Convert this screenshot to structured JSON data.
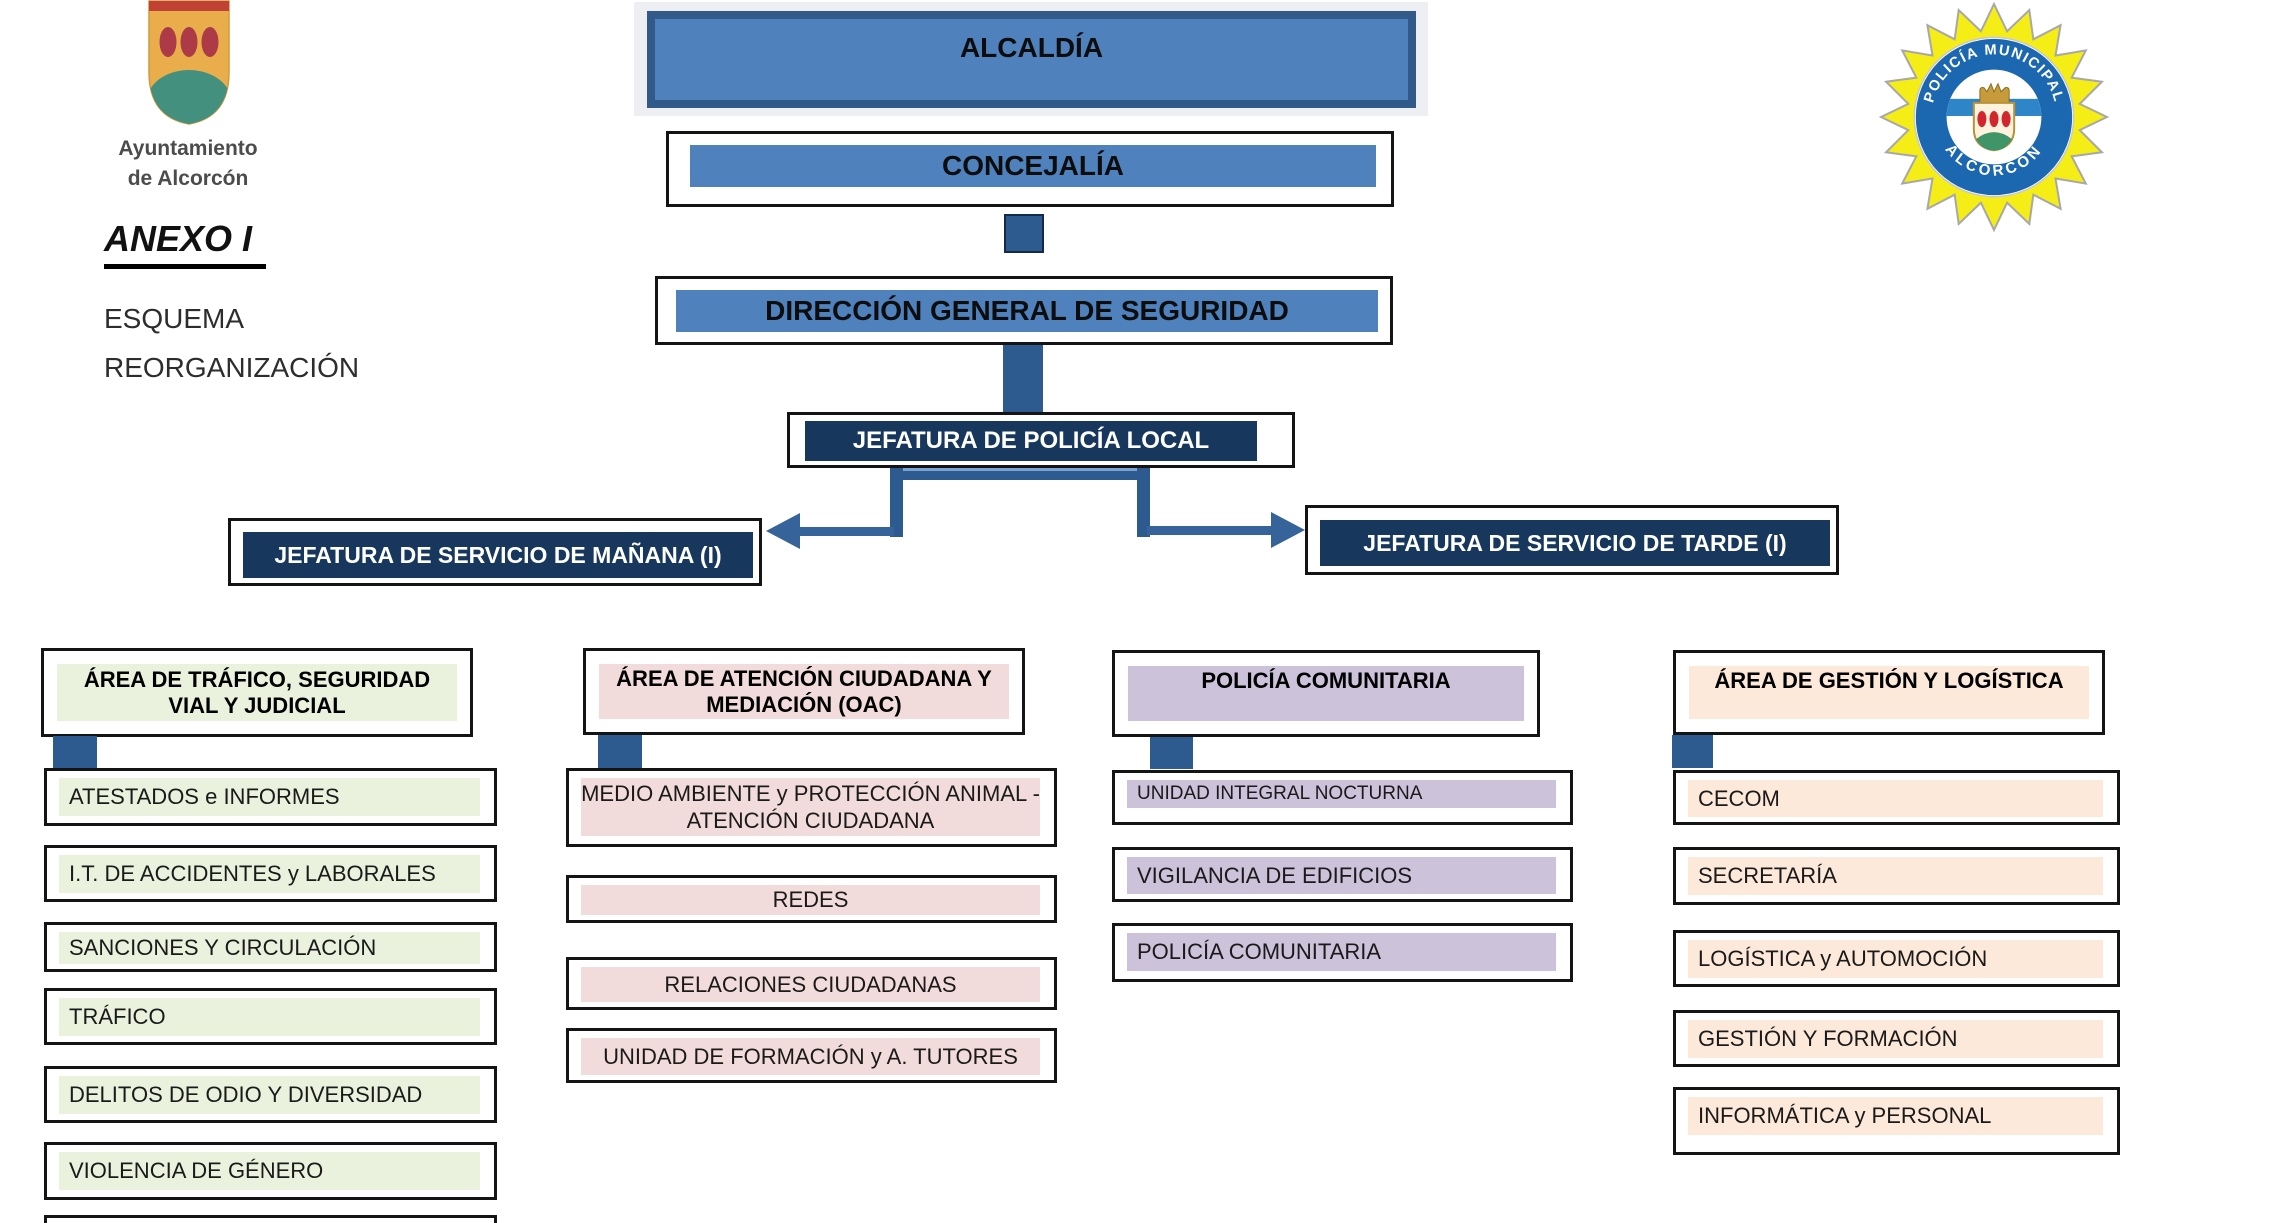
{
  "branding": {
    "logo_caption_line1": "Ayuntamiento",
    "logo_caption_line2": "de Alcorcón",
    "annex_title": "ANEXO I",
    "subtitle_line1": "ESQUEMA",
    "subtitle_line2": "REORGANIZACIÓN"
  },
  "badge": {
    "top_text": "POLICÍA MUNICIPAL",
    "bottom_text": "ALCORCÓN"
  },
  "hierarchy": {
    "level1": "ALCALDÍA",
    "level2": "CONCEJALÍA",
    "level3": "DIRECCIÓN GENERAL DE SEGURIDAD",
    "level4": "JEFATURA DE POLICÍA LOCAL",
    "branch_left": "JEFATURA DE SERVICIO DE MAÑANA (I)",
    "branch_right": "JEFATURA DE SERVICIO DE TARDE (I)"
  },
  "columns": [
    {
      "title": "ÁREA DE TRÁFICO, SEGURIDAD VIAL Y JUDICIAL",
      "color": "#eaf1dd",
      "items": [
        "ATESTADOS e INFORMES",
        "I.T. DE ACCIDENTES y LABORALES",
        "SANCIONES Y CIRCULACIÓN",
        "TRÁFICO",
        "DELITOS DE ODIO Y DIVERSIDAD",
        "VIOLENCIA DE GÉNERO"
      ]
    },
    {
      "title": "ÁREA DE ATENCIÓN CIUDADANA Y MEDIACIÓN (OAC)",
      "color": "#f2dcdb",
      "items": [
        "MEDIO AMBIENTE y PROTECCIÓN ANIMAL - ATENCIÓN CIUDADANA",
        "REDES",
        "RELACIONES CIUDADANAS",
        "UNIDAD DE FORMACIÓN y A. TUTORES"
      ]
    },
    {
      "title": "POLICÍA COMUNITARIA",
      "color": "#ccc2da",
      "items": [
        "UNIDAD INTEGRAL NOCTURNA",
        "VIGILANCIA DE EDIFICIOS",
        "POLICÍA COMUNITARIA"
      ]
    },
    {
      "title": "ÁREA DE GESTIÓN Y LOGÍSTICA",
      "color": "#fde9d9",
      "items": [
        "CECOM",
        "SECRETARÍA",
        "LOGÍSTICA y AUTOMOCIÓN",
        "GESTIÓN Y FORMACIÓN",
        "INFORMÁTICA y PERSONAL"
      ]
    }
  ],
  "colors": {
    "header_blue": "#4f81bd",
    "navy": "#17375d",
    "connector_blue": "#2e5b8f",
    "arrow_blue": "#35639a",
    "badge_yellow": "#f5ee16",
    "badge_ring_blue": "#1b67b0",
    "shield_gold": "#e9ae4b",
    "shield_red": "#ac3b47",
    "shield_green": "#43907e"
  }
}
